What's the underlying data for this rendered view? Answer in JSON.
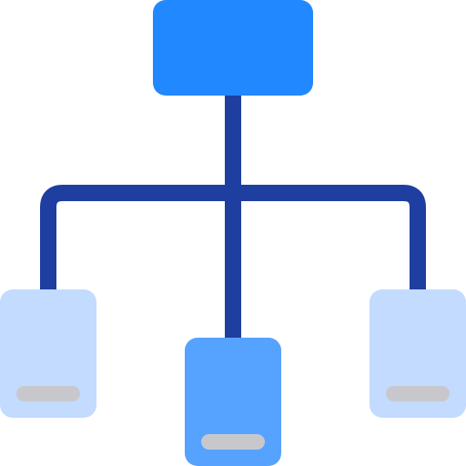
{
  "diagram": {
    "type": "hierarchy-icon",
    "nodes": [
      {
        "id": "root",
        "role": "parent"
      },
      {
        "id": "left",
        "role": "child"
      },
      {
        "id": "center",
        "role": "child",
        "highlight": true
      },
      {
        "id": "right",
        "role": "child"
      }
    ],
    "colors": {
      "root": "#2288FF",
      "connector": "#1E3FA0",
      "child": "#C2DBFF",
      "child_highlight": "#56A2FF",
      "indicator": "#C8C8CC"
    }
  }
}
